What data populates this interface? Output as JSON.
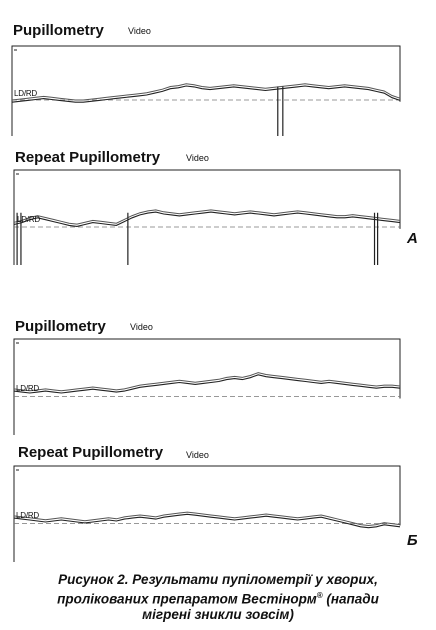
{
  "chart_data": [
    {
      "type": "line",
      "title": "Pupillometry",
      "subtitle": "Video",
      "ref_label": "LD/RD",
      "series": [
        {
          "values": [
            40,
            41,
            42,
            43,
            44,
            43,
            42,
            41,
            40,
            40,
            41,
            42,
            43,
            44,
            45,
            46,
            47,
            48,
            50,
            52,
            55,
            56,
            58,
            57,
            55,
            54,
            55,
            56,
            57,
            56,
            55,
            54,
            53,
            54,
            55,
            56,
            57,
            58,
            57,
            56,
            55,
            56,
            57,
            56,
            55,
            54,
            52,
            50,
            45,
            42
          ]
        }
      ],
      "dropouts": [
        0.685,
        0.698
      ]
    },
    {
      "type": "line",
      "title": "Repeat Pupillometry",
      "subtitle": "Video",
      "ref_label": "LD/RD",
      "series": [
        {
          "values": [
            45,
            47,
            50,
            52,
            50,
            48,
            46,
            44,
            43,
            45,
            47,
            46,
            45,
            44,
            48,
            52,
            55,
            57,
            58,
            56,
            55,
            54,
            55,
            56,
            57,
            58,
            57,
            56,
            55,
            56,
            57,
            56,
            55,
            54,
            55,
            56,
            57,
            56,
            55,
            54,
            53,
            52,
            52,
            53,
            52,
            51,
            50,
            49,
            48,
            47
          ]
        }
      ],
      "dropouts": [
        0.008,
        0.018,
        0.295,
        0.934,
        0.942
      ]
    },
    {
      "type": "line",
      "title": "Pupillometry",
      "subtitle": "Video",
      "ref_label": "LD/RD",
      "series": [
        {
          "values": [
            48,
            47,
            46,
            47,
            48,
            47,
            46,
            47,
            48,
            49,
            50,
            49,
            48,
            47,
            48,
            50,
            52,
            53,
            54,
            55,
            56,
            57,
            56,
            55,
            56,
            57,
            58,
            60,
            61,
            60,
            62,
            65,
            63,
            62,
            61,
            60,
            59,
            58,
            57,
            56,
            57,
            56,
            55,
            54,
            53,
            52,
            51,
            52,
            52,
            51
          ]
        }
      ],
      "dropouts": []
    },
    {
      "type": "line",
      "title": "Repeat Pupillometry",
      "subtitle": "Video",
      "ref_label": "LD/RD",
      "series": [
        {
          "values": [
            48,
            47,
            46,
            45,
            44,
            45,
            46,
            45,
            44,
            43,
            44,
            45,
            46,
            45,
            47,
            48,
            49,
            48,
            47,
            49,
            50,
            51,
            52,
            51,
            50,
            49,
            48,
            47,
            46,
            47,
            48,
            49,
            50,
            49,
            48,
            47,
            46,
            47,
            48,
            49,
            47,
            45,
            43,
            41,
            39,
            38,
            39,
            41,
            40,
            39
          ]
        }
      ],
      "dropouts": []
    }
  ],
  "group_labels": {
    "a": "А",
    "b": "Б"
  },
  "caption": {
    "line1": "Рисунок 2. Результати пупілометрії у хворих,",
    "line2a": "пролікованих препаратом Вестінорм",
    "reg": "®",
    "line2b": " (напади",
    "line3": "мігрені зникли зовсім)"
  }
}
